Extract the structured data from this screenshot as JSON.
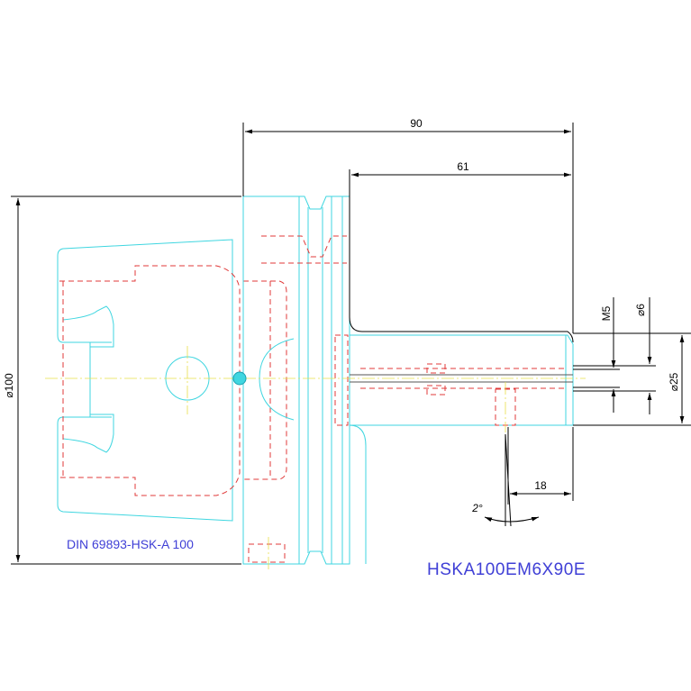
{
  "dimensions": {
    "overall_length": "90",
    "shank_length": "61",
    "flange_diameter": "⌀100",
    "thread": "M5",
    "bore_diameter": "⌀6",
    "shank_diameter": "⌀25",
    "screw_offset": "18",
    "angle": "2°"
  },
  "labels": {
    "standard": "DIN 69893-HSK-A 100",
    "part_number": "HSKA100EM6X90E"
  },
  "colors": {
    "outline": "#3fd6e0",
    "hidden": "#e03a3a",
    "center": "#e8e04a",
    "dimension": "#000000",
    "title": "#3f3fd6"
  }
}
